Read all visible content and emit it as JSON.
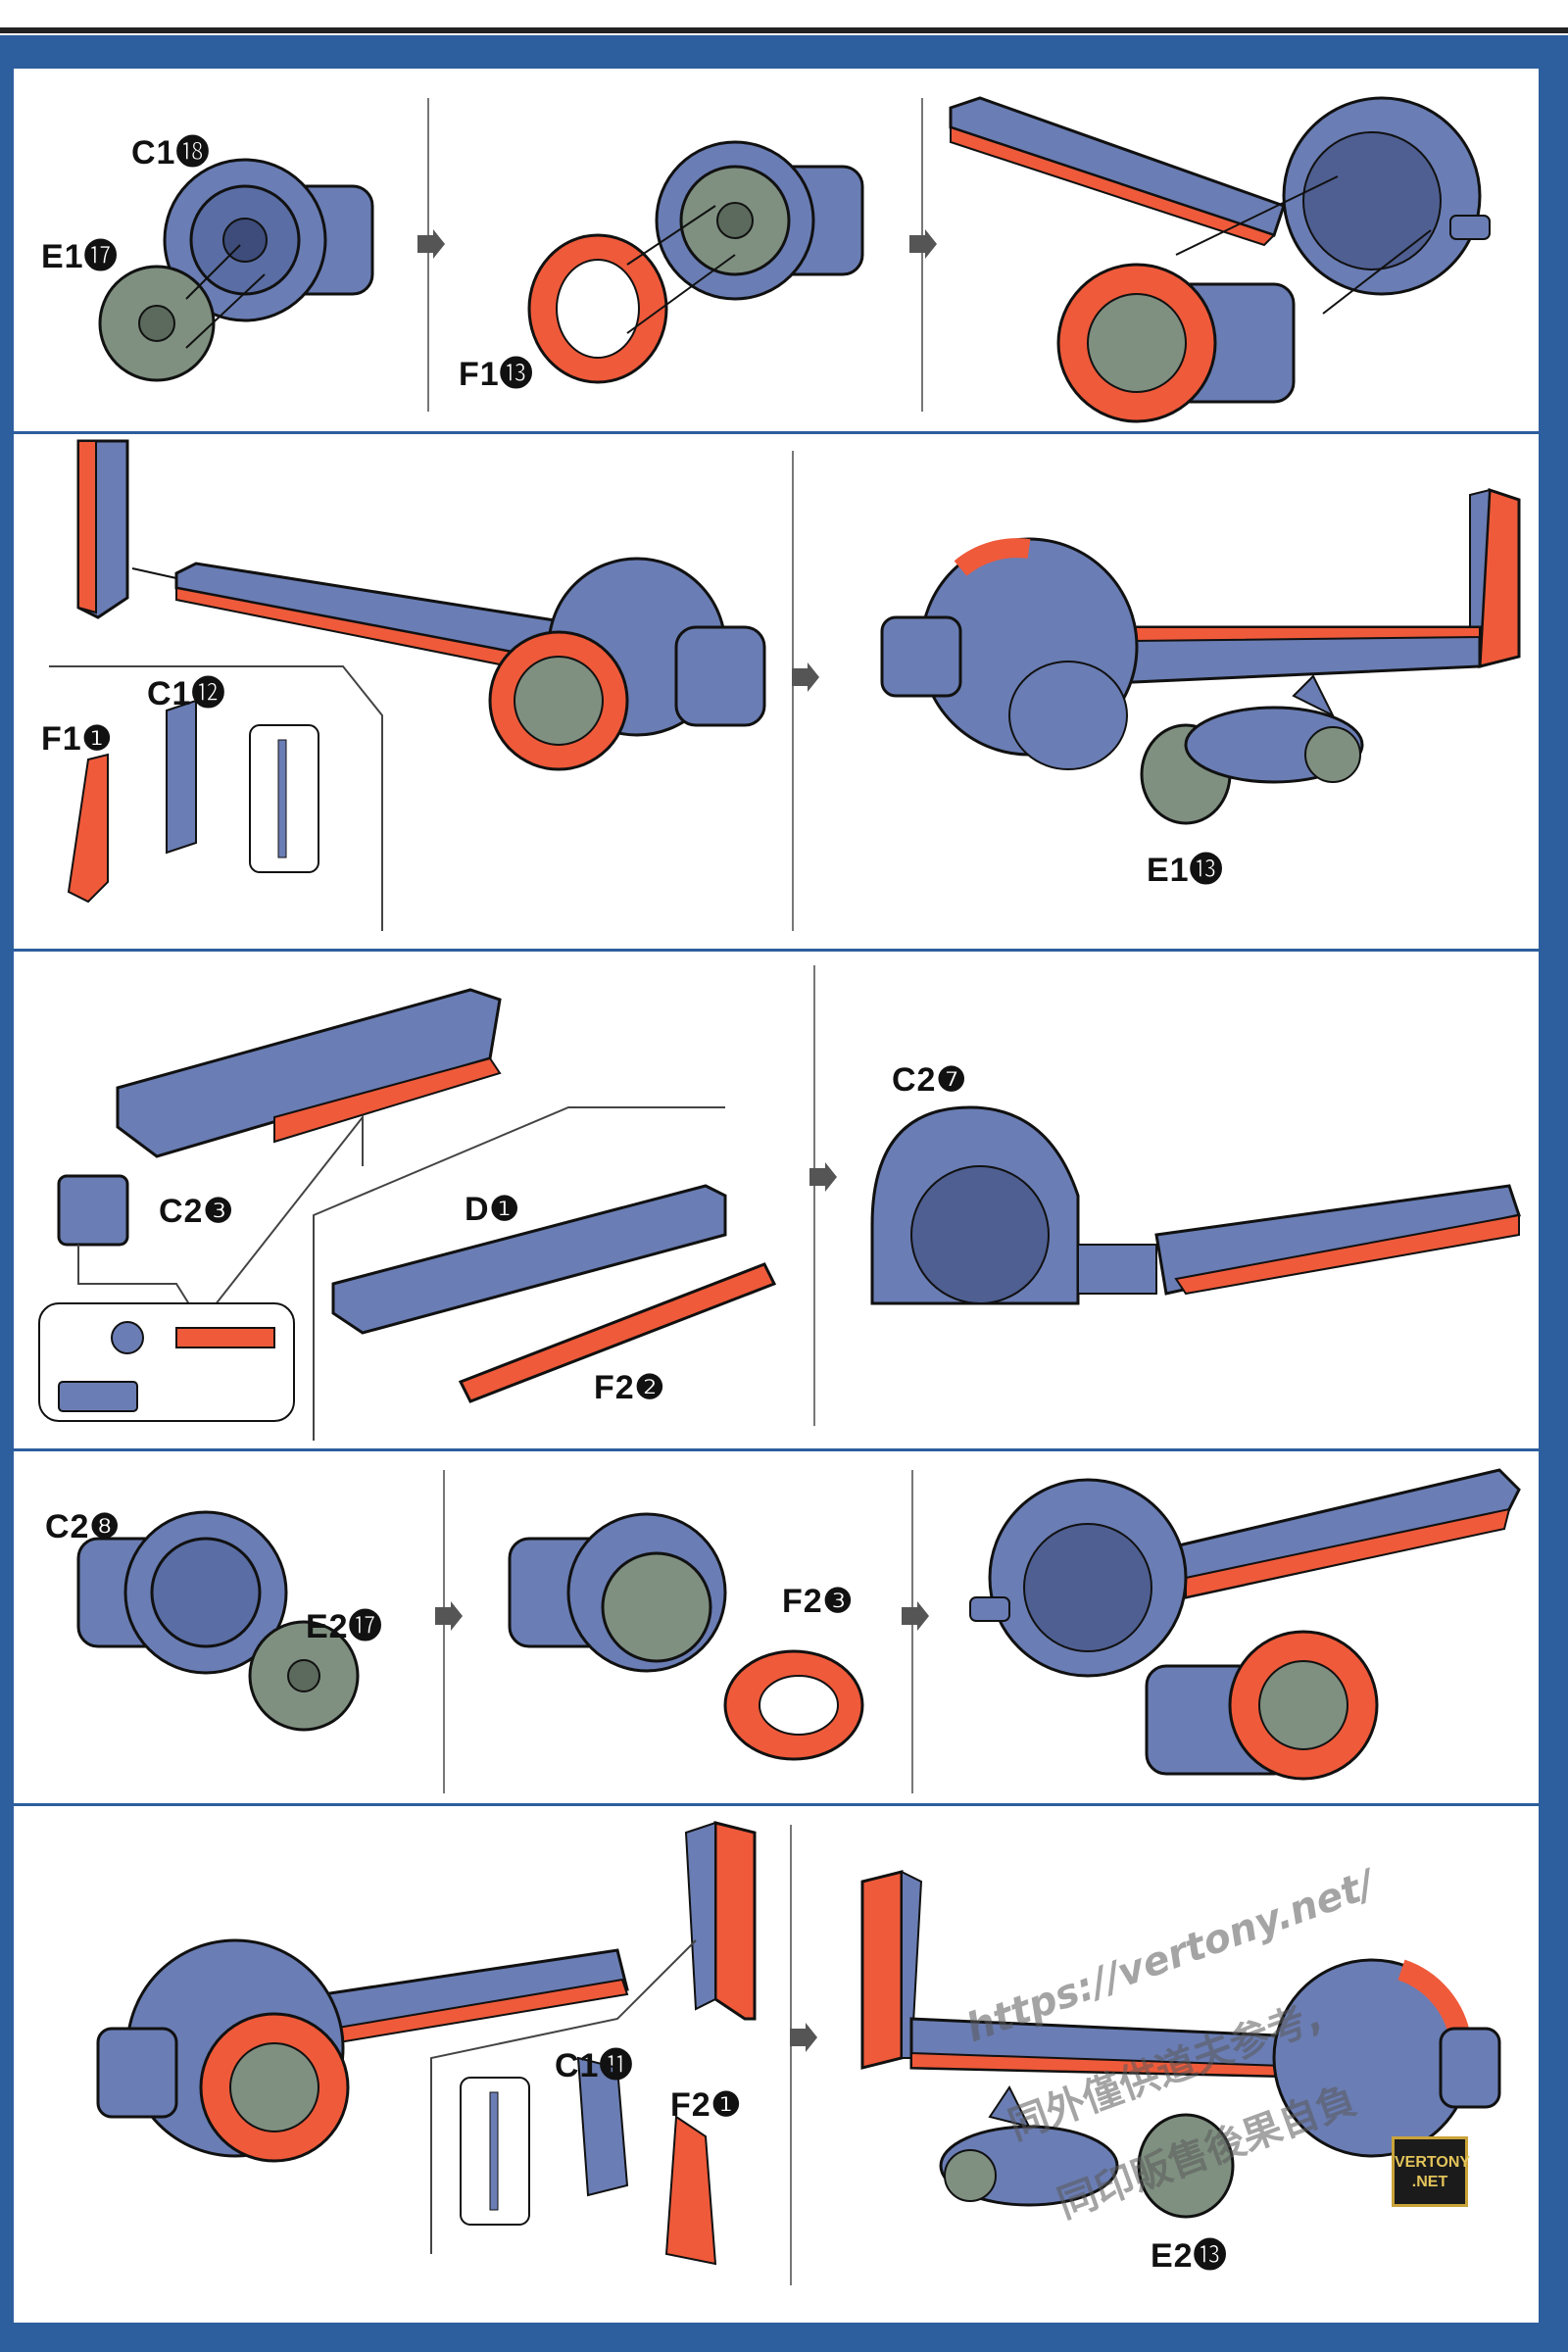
{
  "page": {
    "background_color": "#2d5e9e",
    "panel_color": "#ffffff"
  },
  "colors": {
    "body_blue": "#6a7db4",
    "accent_red": "#ef5a3a",
    "fan_grey": "#7f9080",
    "outline": "#111111"
  },
  "row1": {
    "c18": "C1⓲",
    "e17": "E1⓱",
    "f13": "F1⓭"
  },
  "row2": {
    "c12": "C1⓬",
    "f1": "F1❶",
    "e13": "E1⓭"
  },
  "row3": {
    "c23": "C2❸",
    "d1": "D❶",
    "f22": "F2❷",
    "c27": "C2❼"
  },
  "row4": {
    "c28": "C2❽",
    "e217": "E2⓱",
    "f23": "F2❸"
  },
  "row5": {
    "c111": "C1⓫",
    "f21": "F2❶",
    "e213": "E2⓭"
  },
  "watermark": {
    "line1": "https://vertony.net/",
    "line2": "同外僅供道夫参考,",
    "line3": "同印販售後果自負"
  },
  "logo": {
    "line1": "VERTONY",
    "line2": ".NET"
  },
  "icons": [
    "step-arrow-icon",
    "engine-pod-icon",
    "fan-part-icon",
    "wing-part-icon",
    "missile-pod-icon"
  ]
}
